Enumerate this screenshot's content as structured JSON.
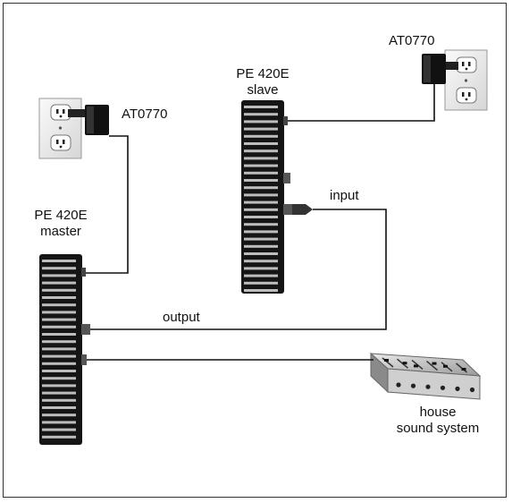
{
  "devices": {
    "master": {
      "name": "PE 420E",
      "role": "master"
    },
    "slave": {
      "name": "PE 420E",
      "role": "slave"
    },
    "power_supply_left": {
      "label": "AT0770"
    },
    "power_supply_right": {
      "label": "AT0770"
    },
    "sound_system": {
      "line1": "house",
      "line2": "sound system"
    }
  },
  "connections": {
    "output_label": "output",
    "input_label": "input"
  }
}
